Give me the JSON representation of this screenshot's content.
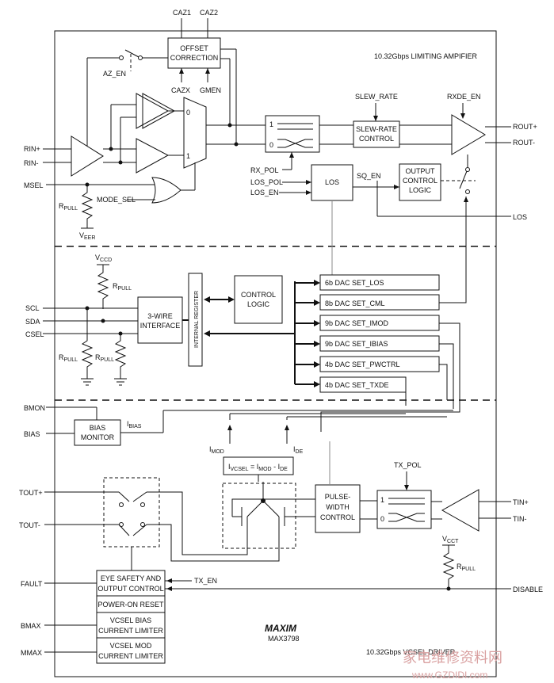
{
  "header": {
    "top_pins": [
      "CAZ1",
      "CAZ2"
    ],
    "amp_title": "10.32Gbps LIMITING AMPIFIER",
    "driver_title": "10.32Gbps VCSEL DRIVER",
    "logo": "MAXIM",
    "part": "MAX3798"
  },
  "pins_left": [
    "RIN+",
    "RIN-",
    "MSEL",
    "SCL",
    "SDA",
    "CSEL",
    "BMON",
    "BIAS",
    "TOUT+",
    "TOUT-",
    "FAULT",
    "BMAX",
    "MMAX"
  ],
  "pins_right": [
    "ROUT+",
    "ROUT-",
    "LOS",
    "TIN+",
    "TIN-",
    "DISABLE"
  ],
  "blocks": {
    "offset": [
      "OFFSET",
      "CORRECTION"
    ],
    "slew": [
      "SLEW-RATE",
      "CONTROL"
    ],
    "los": "LOS",
    "outctl": [
      "OUTPUT",
      "CONTROL",
      "LOGIC"
    ],
    "wire3": [
      "3-WIRE",
      "INTERFACE"
    ],
    "ireg": "INTERNAL REGISTER",
    "ctl": [
      "CONTROL",
      "LOGIC"
    ],
    "bias_mon": [
      "BIAS",
      "MONITOR"
    ],
    "pwc": [
      "PULSE-",
      "WIDTH",
      "CONTROL"
    ],
    "eye": [
      "EYE SAFETY AND",
      "OUTPUT CONTROL"
    ],
    "por": "POWER-ON RESET",
    "biaslim": [
      "VCSEL BIAS",
      "CURRENT LIMITER"
    ],
    "modlim": [
      "VCSEL MOD",
      "CURRENT LIMITER"
    ]
  },
  "dacs": [
    "6b DAC SET_LOS",
    "8b DAC SET_CML",
    "9b DAC SET_IMOD",
    "9b DAC SET_IBIAS",
    "4b DAC SET_PWCTRL",
    "4b DAC SET_TXDE"
  ],
  "signals": {
    "caz_x": "CAZX",
    "gmen": "GMEN",
    "az_en": "AZ_EN",
    "slew_rate": "SLEW_RATE",
    "rxde_en": "RXDE_EN",
    "rx_pol": "RX_POL",
    "los_pol": "LOS_POL",
    "los_en": "LOS_EN",
    "sq_en": "SQ_EN",
    "mode_sel": "MODE_SEL",
    "tx_pol": "TX_POL",
    "tx_en": "TX_EN",
    "mux0": "0",
    "mux1": "1",
    "pol1": "1",
    "pol0": "0",
    "txp1": "1",
    "txp0": "0"
  },
  "sub": {
    "rpull": {
      "main": "R",
      "sub": "PULL"
    },
    "veer": {
      "main": "V",
      "sub": "EER"
    },
    "vccd": {
      "main": "V",
      "sub": "CCD"
    },
    "vcct": {
      "main": "V",
      "sub": "CCT"
    },
    "ibias": {
      "main": "I",
      "sub": "BIAS"
    },
    "imod": {
      "main": "I",
      "sub": "MOD"
    },
    "ide": {
      "main": "I",
      "sub": "DE"
    },
    "ivcsel": {
      "i1": "I",
      "s1": "VCSEL",
      "eq": " = ",
      "i2": "I",
      "s2": "MOD",
      "minus": " - ",
      "i3": "I",
      "s3": "DE"
    }
  },
  "watermark": {
    "cn": "家电维修资料网",
    "url": "www.GZDIDI.com"
  }
}
